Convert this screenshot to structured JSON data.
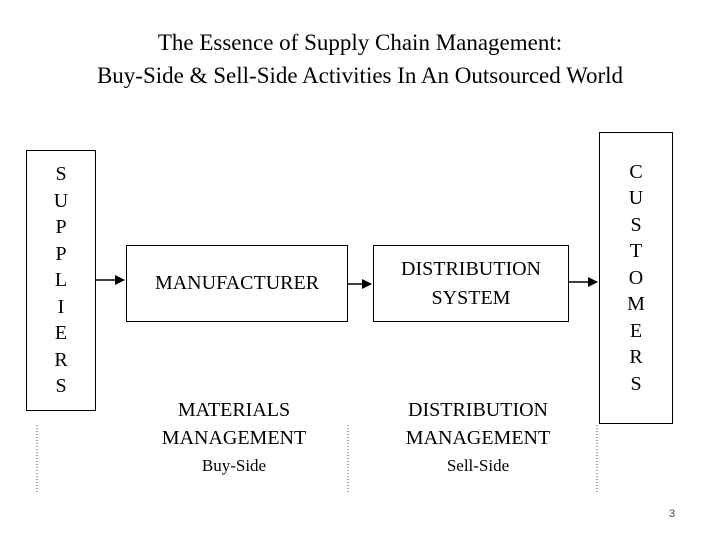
{
  "title": {
    "line1": "The Essence of Supply Chain Management:",
    "line2": "Buy-Side & Sell-Side Activities In An Outsourced World"
  },
  "suppliers": {
    "letters": [
      "S",
      "U",
      "P",
      "P",
      "L",
      "I",
      "E",
      "R",
      "S"
    ]
  },
  "customers": {
    "letters": [
      "C",
      "U",
      "S",
      "T",
      "O",
      "M",
      "E",
      "R",
      "S"
    ]
  },
  "manufacturer": {
    "label": "MANUFACTURER"
  },
  "distribution_system": {
    "line1": "DISTRIBUTION",
    "line2": "SYSTEM"
  },
  "materials_management": {
    "line1": "MATERIALS",
    "line2": "MANAGEMENT",
    "side": "Buy-Side"
  },
  "distribution_management": {
    "line1": "DISTRIBUTION",
    "line2": "MANAGEMENT",
    "side": "Sell-Side"
  },
  "page_number": "3"
}
